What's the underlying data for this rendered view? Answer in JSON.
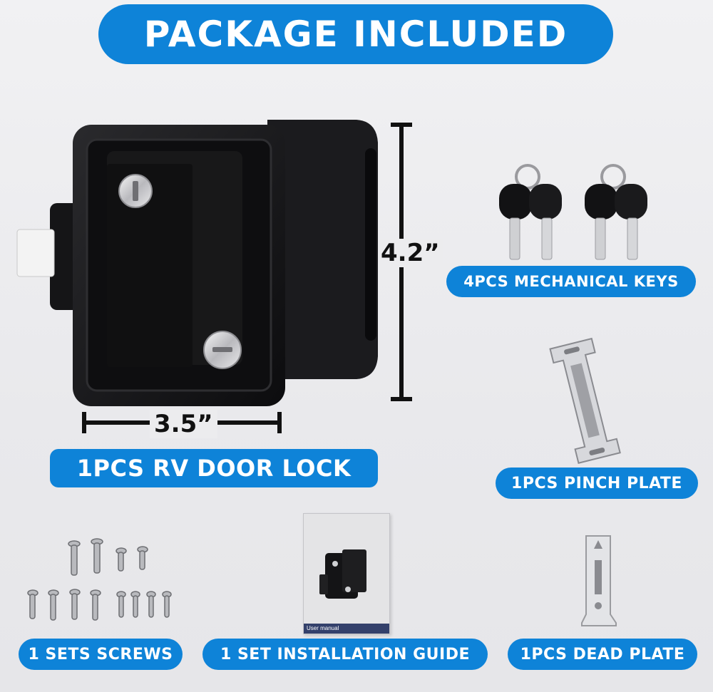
{
  "header": {
    "title": "PACKAGE INCLUDED"
  },
  "dimensions": {
    "height": "4.2”",
    "width": "3.5”"
  },
  "items": {
    "door_lock": "1PCS RV DOOR LOCK",
    "keys": "4PCS MECHANICAL KEYS",
    "pinch_plate": "1PCS PINCH PLATE",
    "screws": "1 SETS SCREWS",
    "guide": "1 SET INSTALLATION GUIDE",
    "dead_plate": "1PCS DEAD PLATE"
  },
  "manual": {
    "cover_text": "User manual"
  },
  "colors": {
    "accent": "#0e83d8",
    "product": "#111111"
  }
}
